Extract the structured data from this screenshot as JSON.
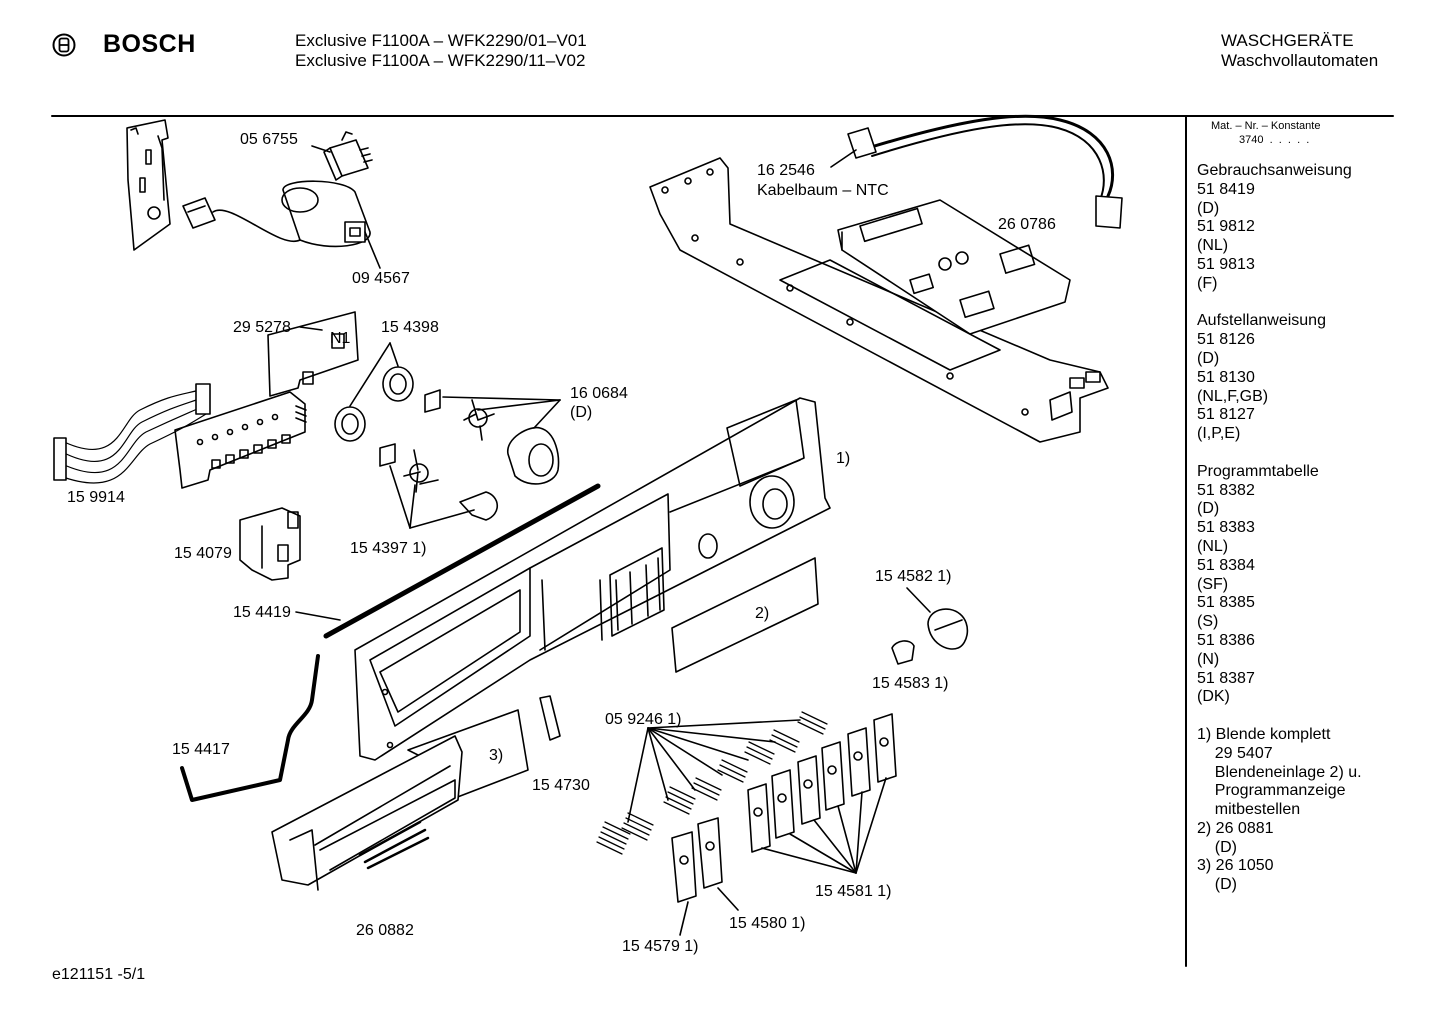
{
  "header": {
    "brand": "BOSCH",
    "model_line_1": "Exclusive F1100A – WFK2290/01–V01",
    "model_line_2": "Exclusive F1100A – WFK2290/11–V02",
    "category_line_1": "WASCHGERÄTE",
    "category_line_2": "Waschvollautomaten"
  },
  "footer": {
    "drawing_id": "e121151 -5/1"
  },
  "parts": {
    "p056755": "05 6755",
    "p094567": "09 4567",
    "p162546": "16 2546",
    "kabelbaum": "Kabelbaum – NTC",
    "p260786": "26 0786",
    "p295278": "29 5278",
    "n1": "N1",
    "p154398": "15 4398",
    "p160684": "16 0684",
    "p160684_sub": "(D)",
    "p159914": "15 9914",
    "p154079": "15 4079",
    "p154397": "15 4397 1)",
    "ref1": "1)",
    "p154582": "15 4582 1)",
    "p154419": "15 4419",
    "ref2": "2)",
    "p154583": "15 4583 1)",
    "p059246": "05 9246 1)",
    "p154417": "15 4417",
    "ref3": "3)",
    "p154730": "15 4730",
    "p154581": "15 4581 1)",
    "p260882": "26 0882",
    "p154580": "15 4580 1)",
    "p154579": "15 4579 1)"
  },
  "sidebar": {
    "mat_nr_label": "Mat. – Nr. – Konstante",
    "mat_nr_value": "3740  .  .  .  .  .",
    "lines": [
      "Gebrauchsanweisung",
      "51 8419",
      "(D)",
      "51 9812",
      "(NL)",
      "51 9813",
      "(F)",
      "",
      "Aufstellanweisung",
      "51 8126",
      "(D)",
      "51 8130",
      "(NL,F,GB)",
      "51 8127",
      "(I,P,E)",
      "",
      "Programmtabelle",
      "51 8382",
      "(D)",
      "51 8383",
      "(NL)",
      "51 8384",
      "(SF)",
      "51 8385",
      "(S)",
      "51 8386",
      "(N)",
      "51 8387",
      "(DK)",
      "",
      "1) Blende komplett",
      "    29 5407",
      "    Blendeneinlage 2) u.",
      "    Programmanzeige",
      "    mitbestellen",
      "2) 26 0881",
      "    (D)",
      "3) 26 1050",
      "    (D)"
    ]
  }
}
